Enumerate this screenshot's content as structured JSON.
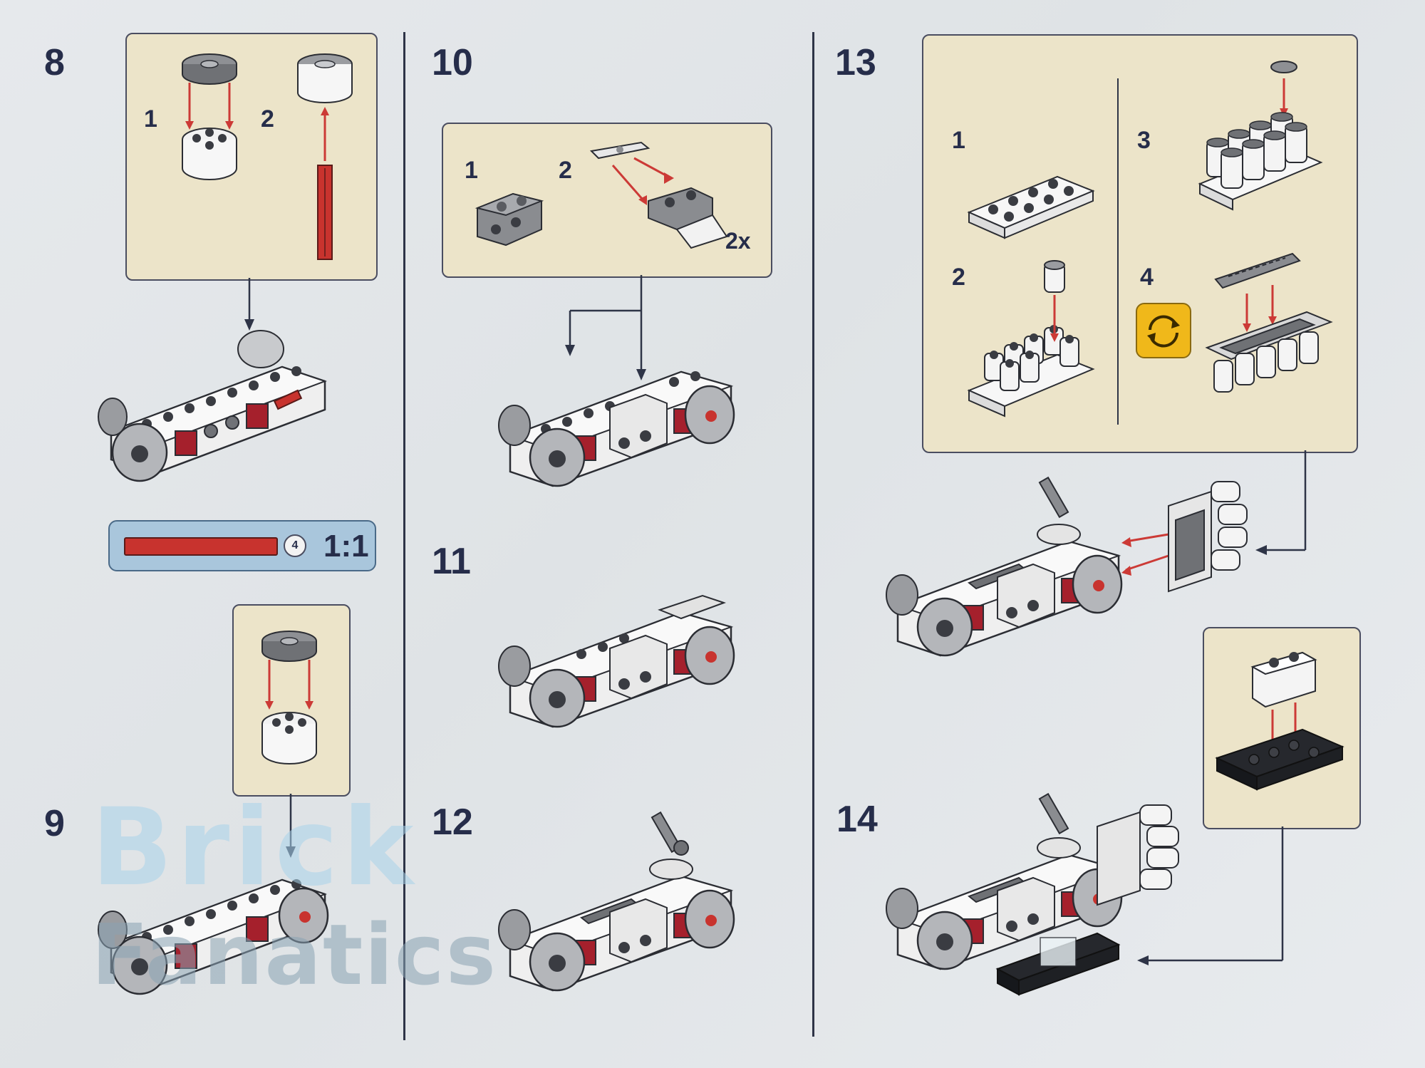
{
  "steps": [
    {
      "number": "8",
      "substeps": [
        "1",
        "2"
      ]
    },
    {
      "number": "9"
    },
    {
      "number": "10",
      "substeps": [
        "1",
        "2"
      ],
      "multiplier": "2x"
    },
    {
      "number": "11"
    },
    {
      "number": "12"
    },
    {
      "number": "13",
      "substeps": [
        "1",
        "2",
        "3",
        "4"
      ]
    },
    {
      "number": "14"
    }
  ],
  "part_check": {
    "length_label": "4",
    "scale_label": "1:1"
  },
  "watermark": {
    "line1": "Brick",
    "line2": "Fanatics"
  },
  "colors": {
    "callout_bg": "#ece4c9",
    "ink": "#262d4a",
    "arrow_red": "#cc3a36",
    "brick_red": "#a5202c",
    "rotate_icon": "#f0b81a",
    "ratio_bg": "#a9c6dc"
  }
}
